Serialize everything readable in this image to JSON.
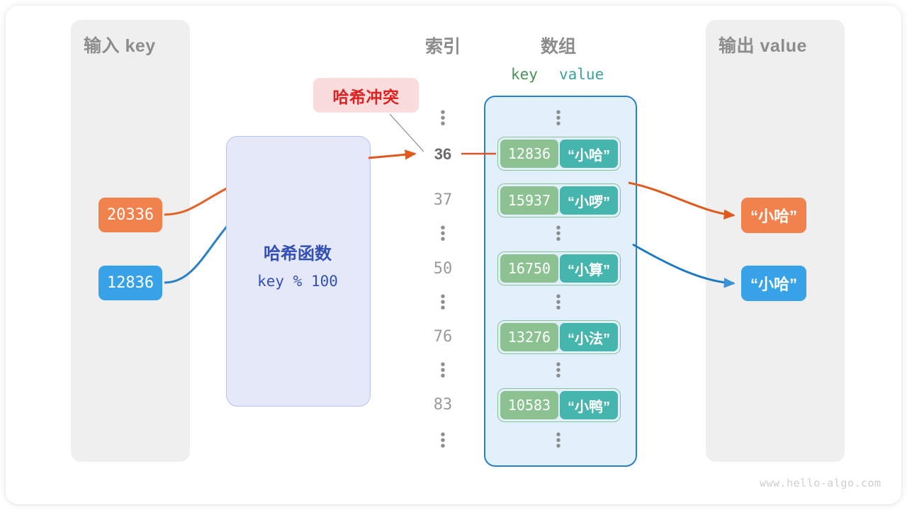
{
  "diagram": {
    "title_input": "输入 key",
    "title_output": "输出 value",
    "title_index": "索引",
    "title_array": "数组",
    "kv_key_header": "key",
    "kv_value_header": "value",
    "watermark": "www.hello-algo.com"
  },
  "hash_function": {
    "title": "哈希函数",
    "formula": "key % 100"
  },
  "collision": {
    "label": "哈希冲突"
  },
  "inputs": [
    {
      "value": "20336",
      "color": "#f1814d"
    },
    {
      "value": "12836",
      "color": "#37a2e8"
    }
  ],
  "outputs": [
    {
      "value": "“小哈”",
      "color": "#f1814d"
    },
    {
      "value": "“小哈”",
      "color": "#37a2e8"
    }
  ],
  "index_column": [
    {
      "type": "dots"
    },
    {
      "type": "index",
      "label": "36",
      "active": true
    },
    {
      "type": "index",
      "label": "37",
      "active": false
    },
    {
      "type": "dots"
    },
    {
      "type": "index",
      "label": "50",
      "active": false
    },
    {
      "type": "dots"
    },
    {
      "type": "index",
      "label": "76",
      "active": false
    },
    {
      "type": "dots"
    },
    {
      "type": "index",
      "label": "83",
      "active": false
    },
    {
      "type": "dots"
    }
  ],
  "array_rows": [
    {
      "key": "12836",
      "value": "“小哈”"
    },
    {
      "key": "15937",
      "value": "“小啰”"
    },
    {
      "key": "16750",
      "value": "“小算”"
    },
    {
      "key": "13276",
      "value": "“小法”"
    },
    {
      "key": "10583",
      "value": "“小鸭”"
    }
  ],
  "colors": {
    "panel_bg": "#efefef",
    "panel_title": "#8c8c8c",
    "hash_box_bg": "#e4e8f8",
    "hash_box_border": "#b9c3ee",
    "hash_text": "#3550b5",
    "collision_bg": "#fbdcdc",
    "collision_text": "#e02020",
    "array_bg": "#e2f0fb",
    "array_border": "#2a7fc9",
    "cell_key_bg": "#8cc191",
    "cell_value_bg": "#46b5ad",
    "orange": "#f1814d",
    "orange_arrow": "#e05a1e",
    "blue": "#37a2e8",
    "blue_arrow": "#1f79c0",
    "index_text": "#9a9a9a",
    "index_active_text": "#6b6b6b",
    "key_header_text": "#4a9155",
    "value_header_text": "#3aa3a0"
  }
}
